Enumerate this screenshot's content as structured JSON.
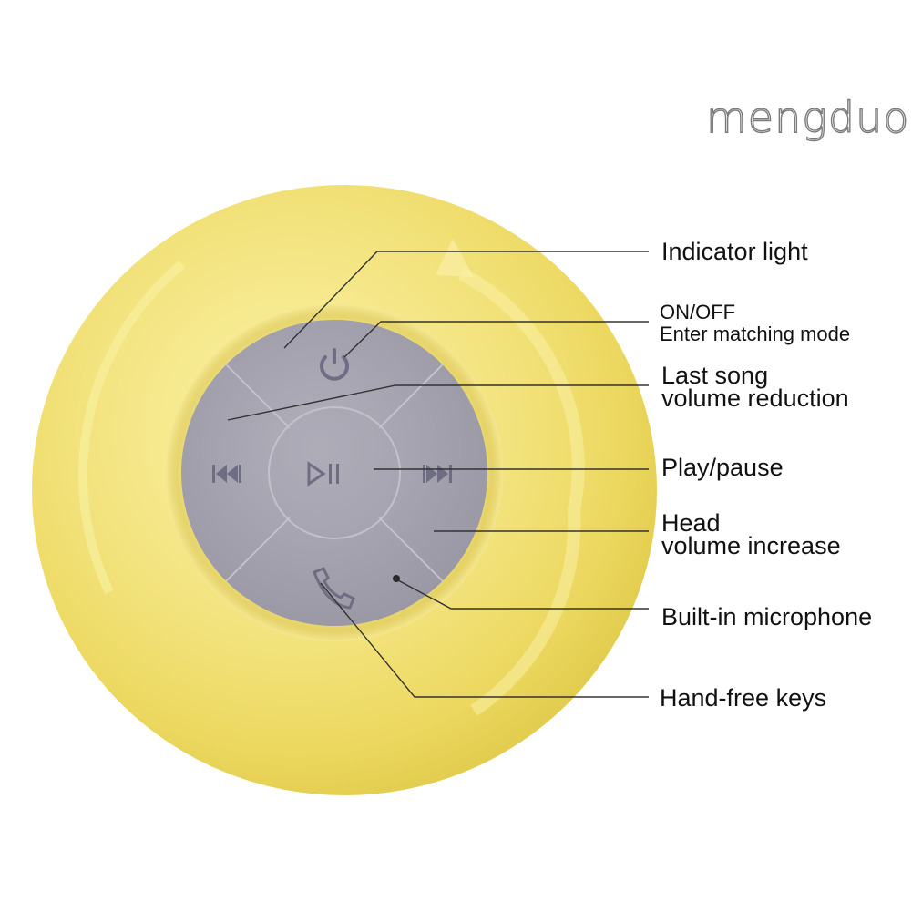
{
  "brand": {
    "text": "mengduo"
  },
  "labels": {
    "indicator_light": "Indicator light",
    "on_off_line1": "ON/OFF",
    "on_off_line2": "Enter matching mode",
    "last_song_line1": "Last song",
    "last_song_line2": "volume reduction",
    "play_pause": "Play/pause",
    "head_line1": "Head",
    "head_line2": "volume increase",
    "microphone": "Built-in microphone",
    "hand_free": "Hand-free keys"
  },
  "icons": {
    "power": "power-icon",
    "play_pause": "play-pause-icon",
    "prev": "previous-track-icon",
    "next": "next-track-icon",
    "phone": "phone-icon",
    "microphone": "microphone-hole"
  },
  "colors": {
    "body_yellow": "#f2e27d",
    "panel_gray": "#a4a2ae",
    "glyph": "#6f6d84",
    "leader_line": "#333333"
  }
}
